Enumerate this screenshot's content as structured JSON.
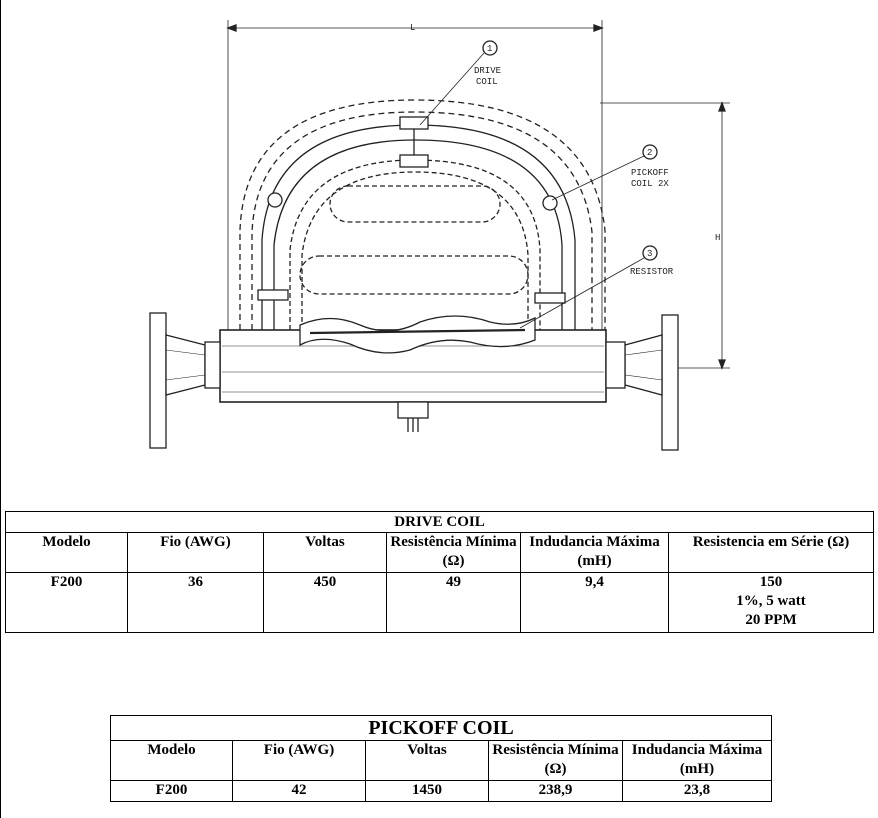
{
  "drawing": {
    "dim_length": "L",
    "dim_height": "H",
    "callouts": [
      {
        "num": "1",
        "text": "DRIVE",
        "text2": "COIL"
      },
      {
        "num": "2",
        "text": "PICKOFF",
        "text2": "COIL 2X"
      },
      {
        "num": "3",
        "text": "RESISTOR",
        "text2": ""
      }
    ]
  },
  "drive_coil": {
    "title": "DRIVE COIL",
    "headers": [
      "Modelo",
      "Fio (AWG)",
      "Voltas",
      "Resistência Mínima (Ω)",
      "Indudancia Máxima (mH)",
      "Resistencia em Série (Ω)"
    ],
    "row": [
      "F200",
      "36",
      "450",
      "49",
      "9,4"
    ],
    "series_resistance": [
      "150",
      "1%, 5 watt",
      "20 PPM"
    ]
  },
  "pickoff_coil": {
    "title": "PICKOFF COIL",
    "headers": [
      "Modelo",
      "Fio (AWG)",
      "Voltas",
      "Resistência Mínima (Ω)",
      "Indudancia Máxima (mH)"
    ],
    "row": [
      "F200",
      "42",
      "1450",
      "238,9",
      "23,8"
    ]
  }
}
